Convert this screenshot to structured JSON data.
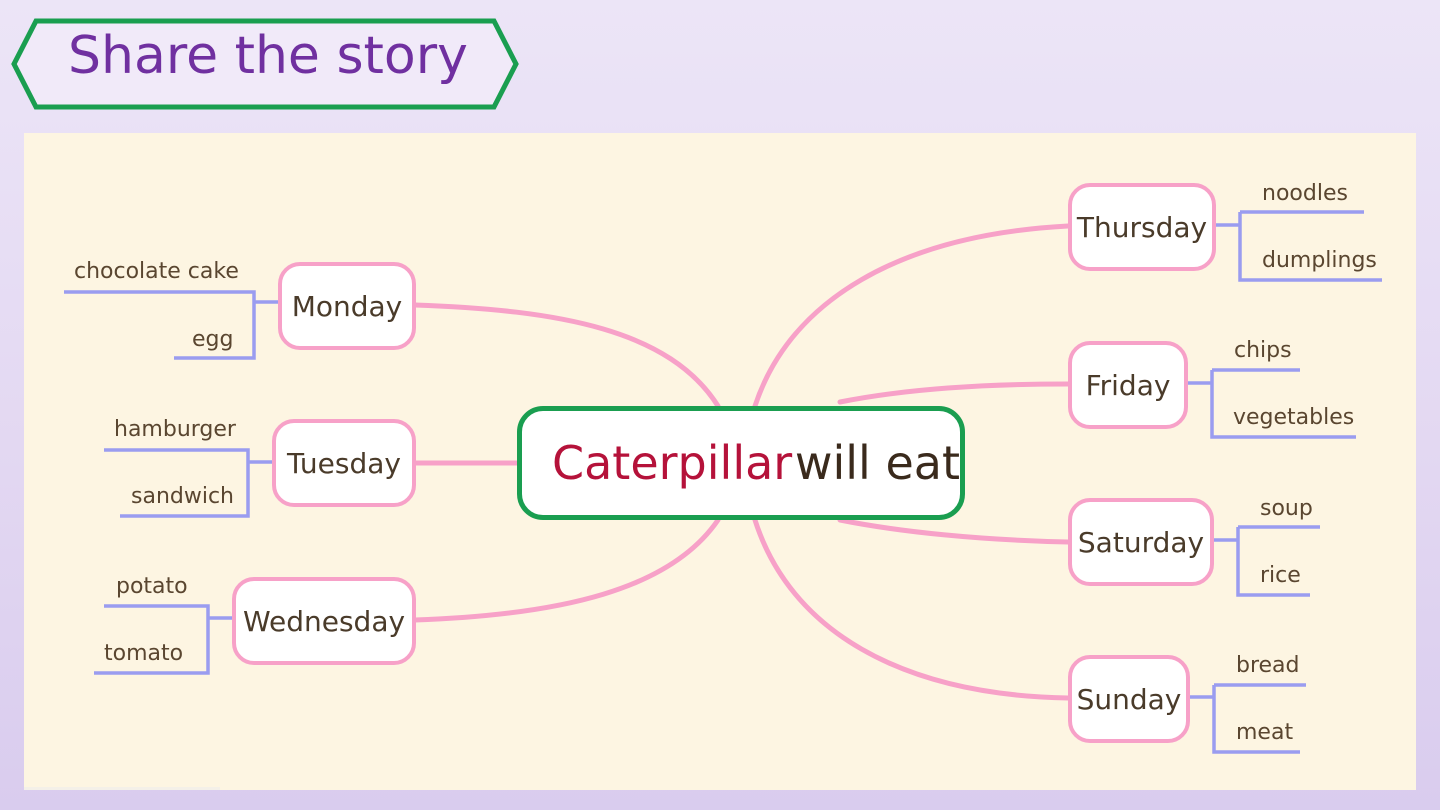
{
  "title": "Share the story",
  "center": {
    "highlight": "Caterpillar",
    "rest": "will eat"
  },
  "days": [
    {
      "name": "Monday",
      "foods": [
        "chocolate cake",
        "egg"
      ]
    },
    {
      "name": "Tuesday",
      "foods": [
        "hamburger",
        "sandwich"
      ]
    },
    {
      "name": "Wednesday",
      "foods": [
        "potato",
        "tomato"
      ]
    },
    {
      "name": "Thursday",
      "foods": [
        "noodles",
        "dumplings"
      ]
    },
    {
      "name": "Friday",
      "foods": [
        "chips",
        "vegetables"
      ]
    },
    {
      "name": "Saturday",
      "foods": [
        "soup",
        "rice"
      ]
    },
    {
      "name": "Sunday",
      "foods": [
        "bread",
        "meat"
      ]
    }
  ],
  "colors": {
    "title": "#7030a0",
    "banner_border": "#1a9e50",
    "center_border": "#1a9e50",
    "center_highlight": "#b5123a",
    "connector": "#f7a1c8",
    "bracket": "#9a9cf0",
    "panel": "#fdf5e2"
  }
}
